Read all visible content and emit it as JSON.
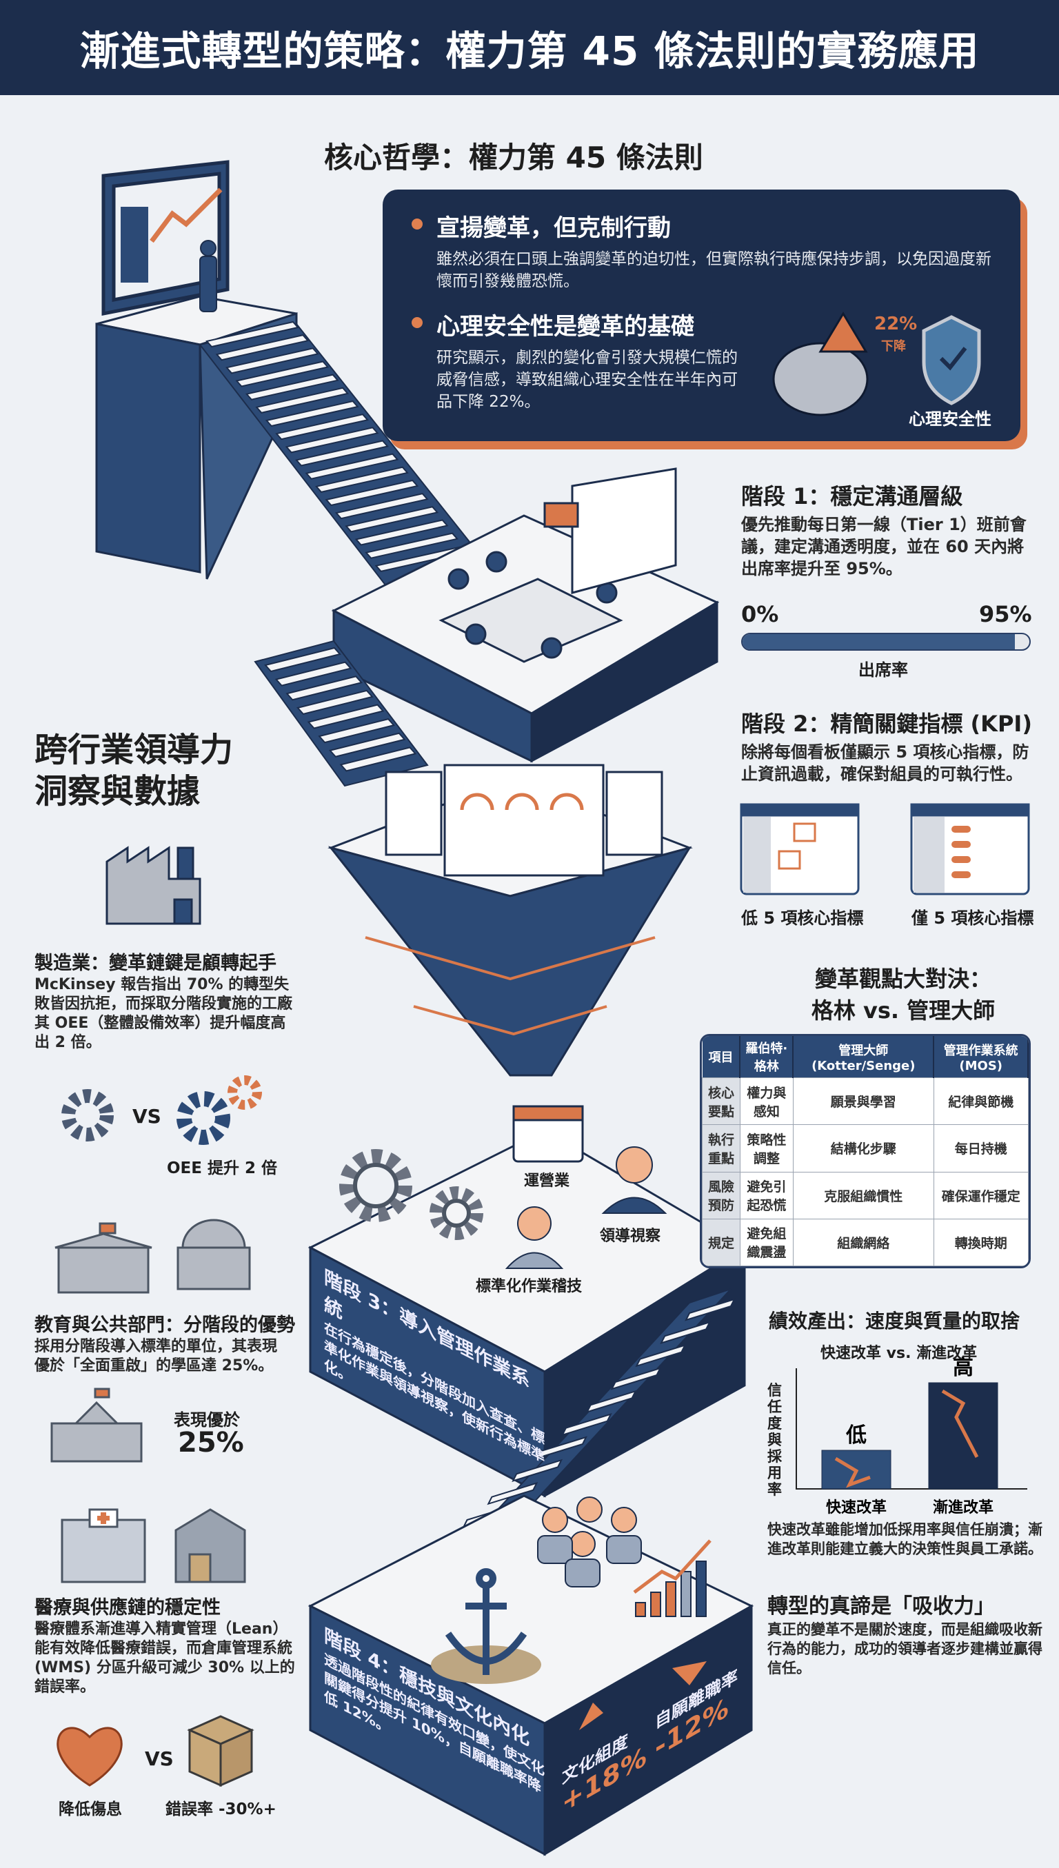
{
  "title": "漸進式轉型的策略：權力第 45 條法則的實務應用",
  "core": {
    "heading": "核心哲學：權力第 45 條法則",
    "points": [
      {
        "title": "宣揚變革，但克制行動",
        "text": "雖然必須在口頭上強調變革的迫切性，但實際執行時應保持步調，以免因過度新懷而引發幾體恐慌。"
      },
      {
        "title": "心理安全性是變革的基礎",
        "text": "研究顯示，劇烈的變化會引發大規模仁慌的威脅信感，導致組織心理安全性在半年內可品下降 22%。"
      }
    ],
    "stat_value": "22%",
    "stat_label": "下降",
    "shield_label": "心理安全性"
  },
  "stage1": {
    "title": "階段 1：穩定溝通層級",
    "text": "優先推動每日第一線（Tier 1）班前會議，建定溝通透明度，並在 60 天內將出席率提升至 95%。",
    "bar_start": "0%",
    "bar_end": "95%",
    "bar_value_percent": 95,
    "bar_label": "出席率"
  },
  "stage2": {
    "title": "階段 2：精簡關鍵指標 (KPI)",
    "text": "除將每個看板僅顯示 5 項核心指標，防止資訊過載，確保對組員的可執行性。",
    "left_label": "低 5 項核心指標",
    "right_label": "僅 5 項核心指標"
  },
  "insights": {
    "heading_line1": "跨行業領導力",
    "heading_line2": "洞察與數據",
    "manufacturing": {
      "title": "製造業：變革鏈鍵是顧轉起手",
      "text": "McKinsey 報告指出 70% 的轉型失敗皆因抗拒，而採取分階段實施的工廠其 OEE（整體設備效率）提升幅度高出 2 倍。",
      "vs": "VS",
      "caption": "OEE 提升 2 倍"
    },
    "education": {
      "title": "教育與公共部門：分階段的優勢",
      "text": "採用分階段導入標準的單位，其表現優於「全面重啟」的學區達 25%。",
      "caption_top": "表現優於",
      "caption_value": "25%"
    },
    "healthcare": {
      "title": "醫療與供應鏈的穩定性",
      "text": "醫療體系漸進導入精實管理（Lean）能有效降低醫療錯誤，而倉庫管理系統 (WMS) 分區升級可減少 30% 以上的錯誤率。",
      "left_caption": "降低傷息",
      "vs": "VS",
      "right_caption": "錯誤率 -30%+"
    }
  },
  "stage3": {
    "title": "階段 3：導入管理作業系統",
    "text": "在行為穩定後，分階段加入查查、標準化作業與領導視察，使新行為標準化。",
    "label_calendar": "運營業",
    "label_leader": "領導視察",
    "label_worker": "標準化作業稽技"
  },
  "comparison": {
    "title_line1": "變革觀點大對決：",
    "title_line2": "格林 vs. 管理大師",
    "headers": [
      "項目",
      "羅伯特·格林",
      "管理大師 (Kotter/Senge)",
      "管理作業系統 (MOS)"
    ],
    "rows": [
      [
        "核心要點",
        "權力與感知",
        "願景與學習",
        "紀律與節機"
      ],
      [
        "執行重點",
        "策略性調整",
        "結構化步驟",
        "每日持機"
      ],
      [
        "風險預防",
        "避免引起恐慌",
        "克服組織慣性",
        "確保運作穩定"
      ],
      [
        "規定",
        "避免組織震盪",
        "組織網絡",
        "轉換時期"
      ]
    ]
  },
  "stage4": {
    "title": "階段 4：穩技與文化內化",
    "text": "透過階段性的紀律有效口變，使文化關鍵得分提升 10%，自願離職率降低 12%。",
    "metric1_label": "文化組度",
    "metric1_value": "+18%",
    "metric2_label": "自願離職率",
    "metric2_value": "-12%"
  },
  "chart_data": {
    "type": "bar",
    "title": "績效產出：速度與質量的取捨",
    "subtitle": "快速改革 vs. 漸進改革",
    "ylabel": "信任度與採用率",
    "categories": [
      "快速改革",
      "漸進改革"
    ],
    "value_labels": [
      "低",
      "高"
    ],
    "values": [
      0.32,
      0.88
    ],
    "ylim": [
      0,
      1
    ],
    "colors": [
      "#2f4f7a",
      "#1c2d4c"
    ],
    "grid": false
  },
  "chart_note": "快速改革雖能增加低採用率與信任崩潰；漸進改革則能建立義大的決策性與員工承諾。",
  "conclusion": {
    "title": "轉型的真諦是「吸收力」",
    "text": "真正的變革不是關於速度，而是組織吸收新行為的能力，成功的領導者逐步建構並贏得信任。"
  },
  "colors": {
    "navy": "#1c2d4c",
    "blue": "#2c4a76",
    "orange": "#d9784a",
    "bg": "#eef1f5"
  }
}
